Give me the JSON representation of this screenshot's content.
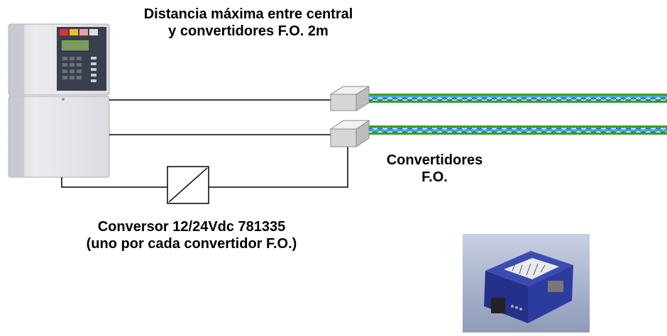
{
  "title": {
    "line1": "Distancia máxima entre central",
    "line2": "y convertidores F.O. 2m"
  },
  "converters_label": {
    "line1": "Convertidores",
    "line2": "F.O."
  },
  "conversor_label": {
    "line1": "Conversor 12/24Vdc 781335",
    "line2": "(uno por cada convertidor F.O.)"
  },
  "colors": {
    "line": "#000000",
    "fiber_green": "#3aa020",
    "fiber_blue": "#2050c0",
    "module_body": "#2a3a9a",
    "panel": "#e6e6ea"
  }
}
